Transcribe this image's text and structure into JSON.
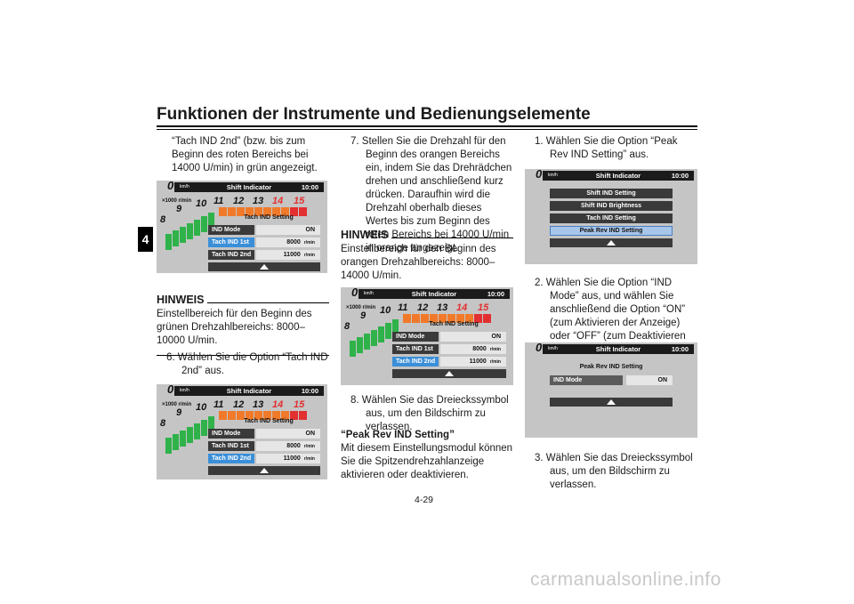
{
  "header": {
    "title": "Funktionen der Instrumente und Bedienungselemente",
    "chapter_tab": "4"
  },
  "col1": {
    "intro": "“Tach IND 2nd” (bzw. bis zum Beginn des roten Bereichs bei 14000 U/min) in grün angezeigt.",
    "hinweis_title": "HINWEIS",
    "hinweis_text": "Einstellbereich für den Beginn des grünen Drehzahlbereichs: 8000–10000 U/min.",
    "step6_num": "6.",
    "step6_text": "Wählen Sie die Option “Tach IND 2nd” aus."
  },
  "col2": {
    "step7_num": "7.",
    "step7_text": "Stellen Sie die Drehzahl für den Beginn des orangen Bereichs ein, indem Sie das Drehrädchen drehen und anschließend kurz drücken. Daraufhin wird die Drehzahl oberhalb dieses Wertes bis zum Beginn des roten Bereichs bei 14000 U/min in orange angezeigt.",
    "hinweis_title": "HINWEIS",
    "hinweis_text": "Einstellbereich für den Beginn des orangen Drehzahlbereichs: 8000–14000 U/min.",
    "step8_num": "8.",
    "step8_text": "Wählen Sie das Dreieckssymbol aus, um den Bildschirm zu verlassen.",
    "section_title": "“Peak Rev IND Setting”",
    "section_text": "Mit diesem Einstellungsmodul können Sie die Spitzendrehzahlanzeige aktivieren oder deaktivieren."
  },
  "col3": {
    "step1_num": "1.",
    "step1_text": "Wählen Sie die Option “Peak Rev IND Setting” aus.",
    "step2_num": "2.",
    "step2_text": "Wählen Sie die Option “IND Mode” aus, und wählen Sie anschließend die Option “ON” (zum Aktivieren der Anzeige) oder “OFF” (zum Deaktivieren der Anzeige) aus.",
    "step3_num": "3.",
    "step3_text": "Wählen Sie das Dreieckssymbol aus, um den Bildschirm zu verlassen."
  },
  "screen": {
    "speed": "0",
    "speed_unit": "km/h",
    "title": "Shift Indicator",
    "clock": "10:00",
    "rpm_unit": "×1000 r/min",
    "ticks": [
      "8",
      "9",
      "10",
      "11",
      "12",
      "13",
      "14",
      "15"
    ],
    "setting_title": "Tach IND Setting",
    "rows": [
      "IND Mode",
      "Tach IND 1st",
      "Tach IND 2nd"
    ],
    "values": [
      "ON",
      "8000",
      "11000"
    ],
    "value_unit": "r/min",
    "menu": [
      "Shift IND Setting",
      "Shift IND Brightness",
      "Tach IND Setting",
      "Peak Rev IND Setting"
    ],
    "peak_title": "Peak Rev IND Setting",
    "peak_row": "IND Mode",
    "peak_value": "ON"
  },
  "footer": {
    "page_number": "4-29",
    "watermark": "carmanualsonline.info"
  },
  "colors": {
    "green": "#2fb24a",
    "orange": "#f07a2a",
    "red": "#e23030",
    "select_blue": "#3b8fd8"
  }
}
